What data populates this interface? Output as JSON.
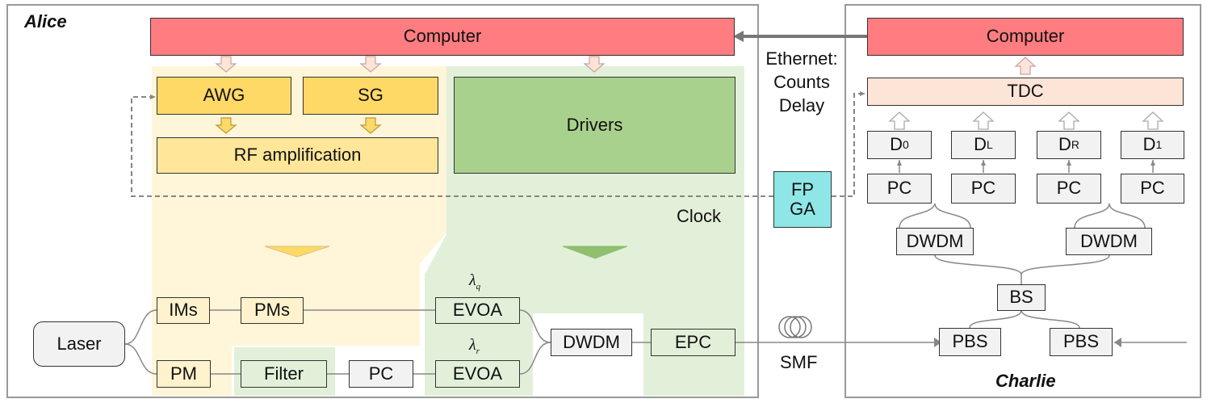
{
  "alice": {
    "title": "Alice",
    "computer": "Computer",
    "awg": "AWG",
    "sg": "SG",
    "rf": "RF amplification",
    "drivers": "Drivers",
    "clock": "Clock",
    "laser": "Laser",
    "ims": "IMs",
    "pms": "PMs",
    "pm": "PM",
    "filter": "Filter",
    "pc": "PC",
    "evoa_q": "EVOA",
    "evoa_r": "EVOA",
    "dwdm": "DWDM",
    "epc": "EPC",
    "lambda_q": {
      "symbol": "λ",
      "sub": "q"
    },
    "lambda_r": {
      "symbol": "λ",
      "sub": "r"
    }
  },
  "link": {
    "ethernet": [
      "Ethernet:",
      "Counts",
      "Delay"
    ],
    "fpga": [
      "FP",
      "GA"
    ],
    "smf": "SMF"
  },
  "charlie": {
    "title": "Charlie",
    "computer": "Computer",
    "tdc": "TDC",
    "detectors": [
      {
        "main": "D",
        "sub": "0"
      },
      {
        "main": "D",
        "sub": "L"
      },
      {
        "main": "D",
        "sub": "R"
      },
      {
        "main": "D",
        "sub": "1"
      }
    ],
    "pcs": [
      "PC",
      "PC",
      "PC",
      "PC"
    ],
    "dwdm_left": "DWDM",
    "dwdm_right": "DWDM",
    "bs": "BS",
    "pbs_left": "PBS",
    "pbs_right": "PBS"
  },
  "colors": {
    "computer": "#ff7c80",
    "awg": "#ffd966",
    "rf": "#ffe699",
    "drivers": "#a9d18e",
    "tdc": "#fce4d6",
    "fpga": "#8fe6e6",
    "yellow_region": "#fff2cc",
    "green_region": "#e2f0d9"
  }
}
